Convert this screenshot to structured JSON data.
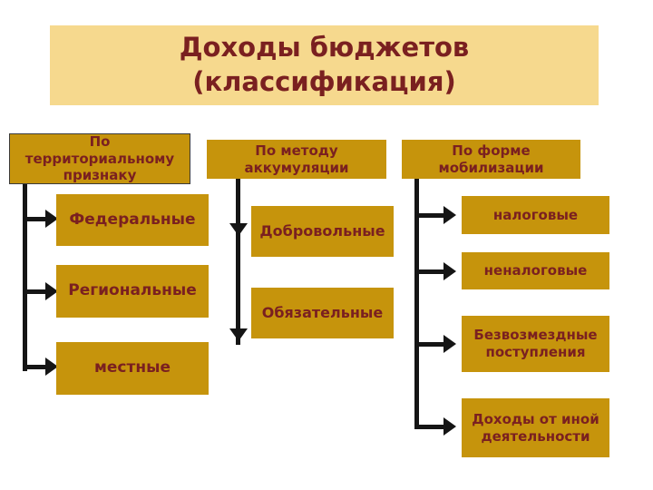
{
  "title": {
    "line1": "Доходы бюджетов",
    "line2": "(классификация)"
  },
  "columns": [
    {
      "header": "По территориальному признаку",
      "items": [
        "Федеральные",
        "Региональные",
        "местные"
      ]
    },
    {
      "header": "По методу аккумуляции",
      "items": [
        "Добровольные",
        "Обязательные"
      ]
    },
    {
      "header": "По форме мобилизации",
      "items": [
        "налоговые",
        "неналоговые",
        "Безвозмездные поступления",
        "Доходы от иной деятельности"
      ]
    }
  ],
  "colors": {
    "page-bg": "#FFFFFF",
    "title-bg": "#F6D98E",
    "box-bg": "#C6940C",
    "text": "#7A2020",
    "line": "#151515"
  }
}
